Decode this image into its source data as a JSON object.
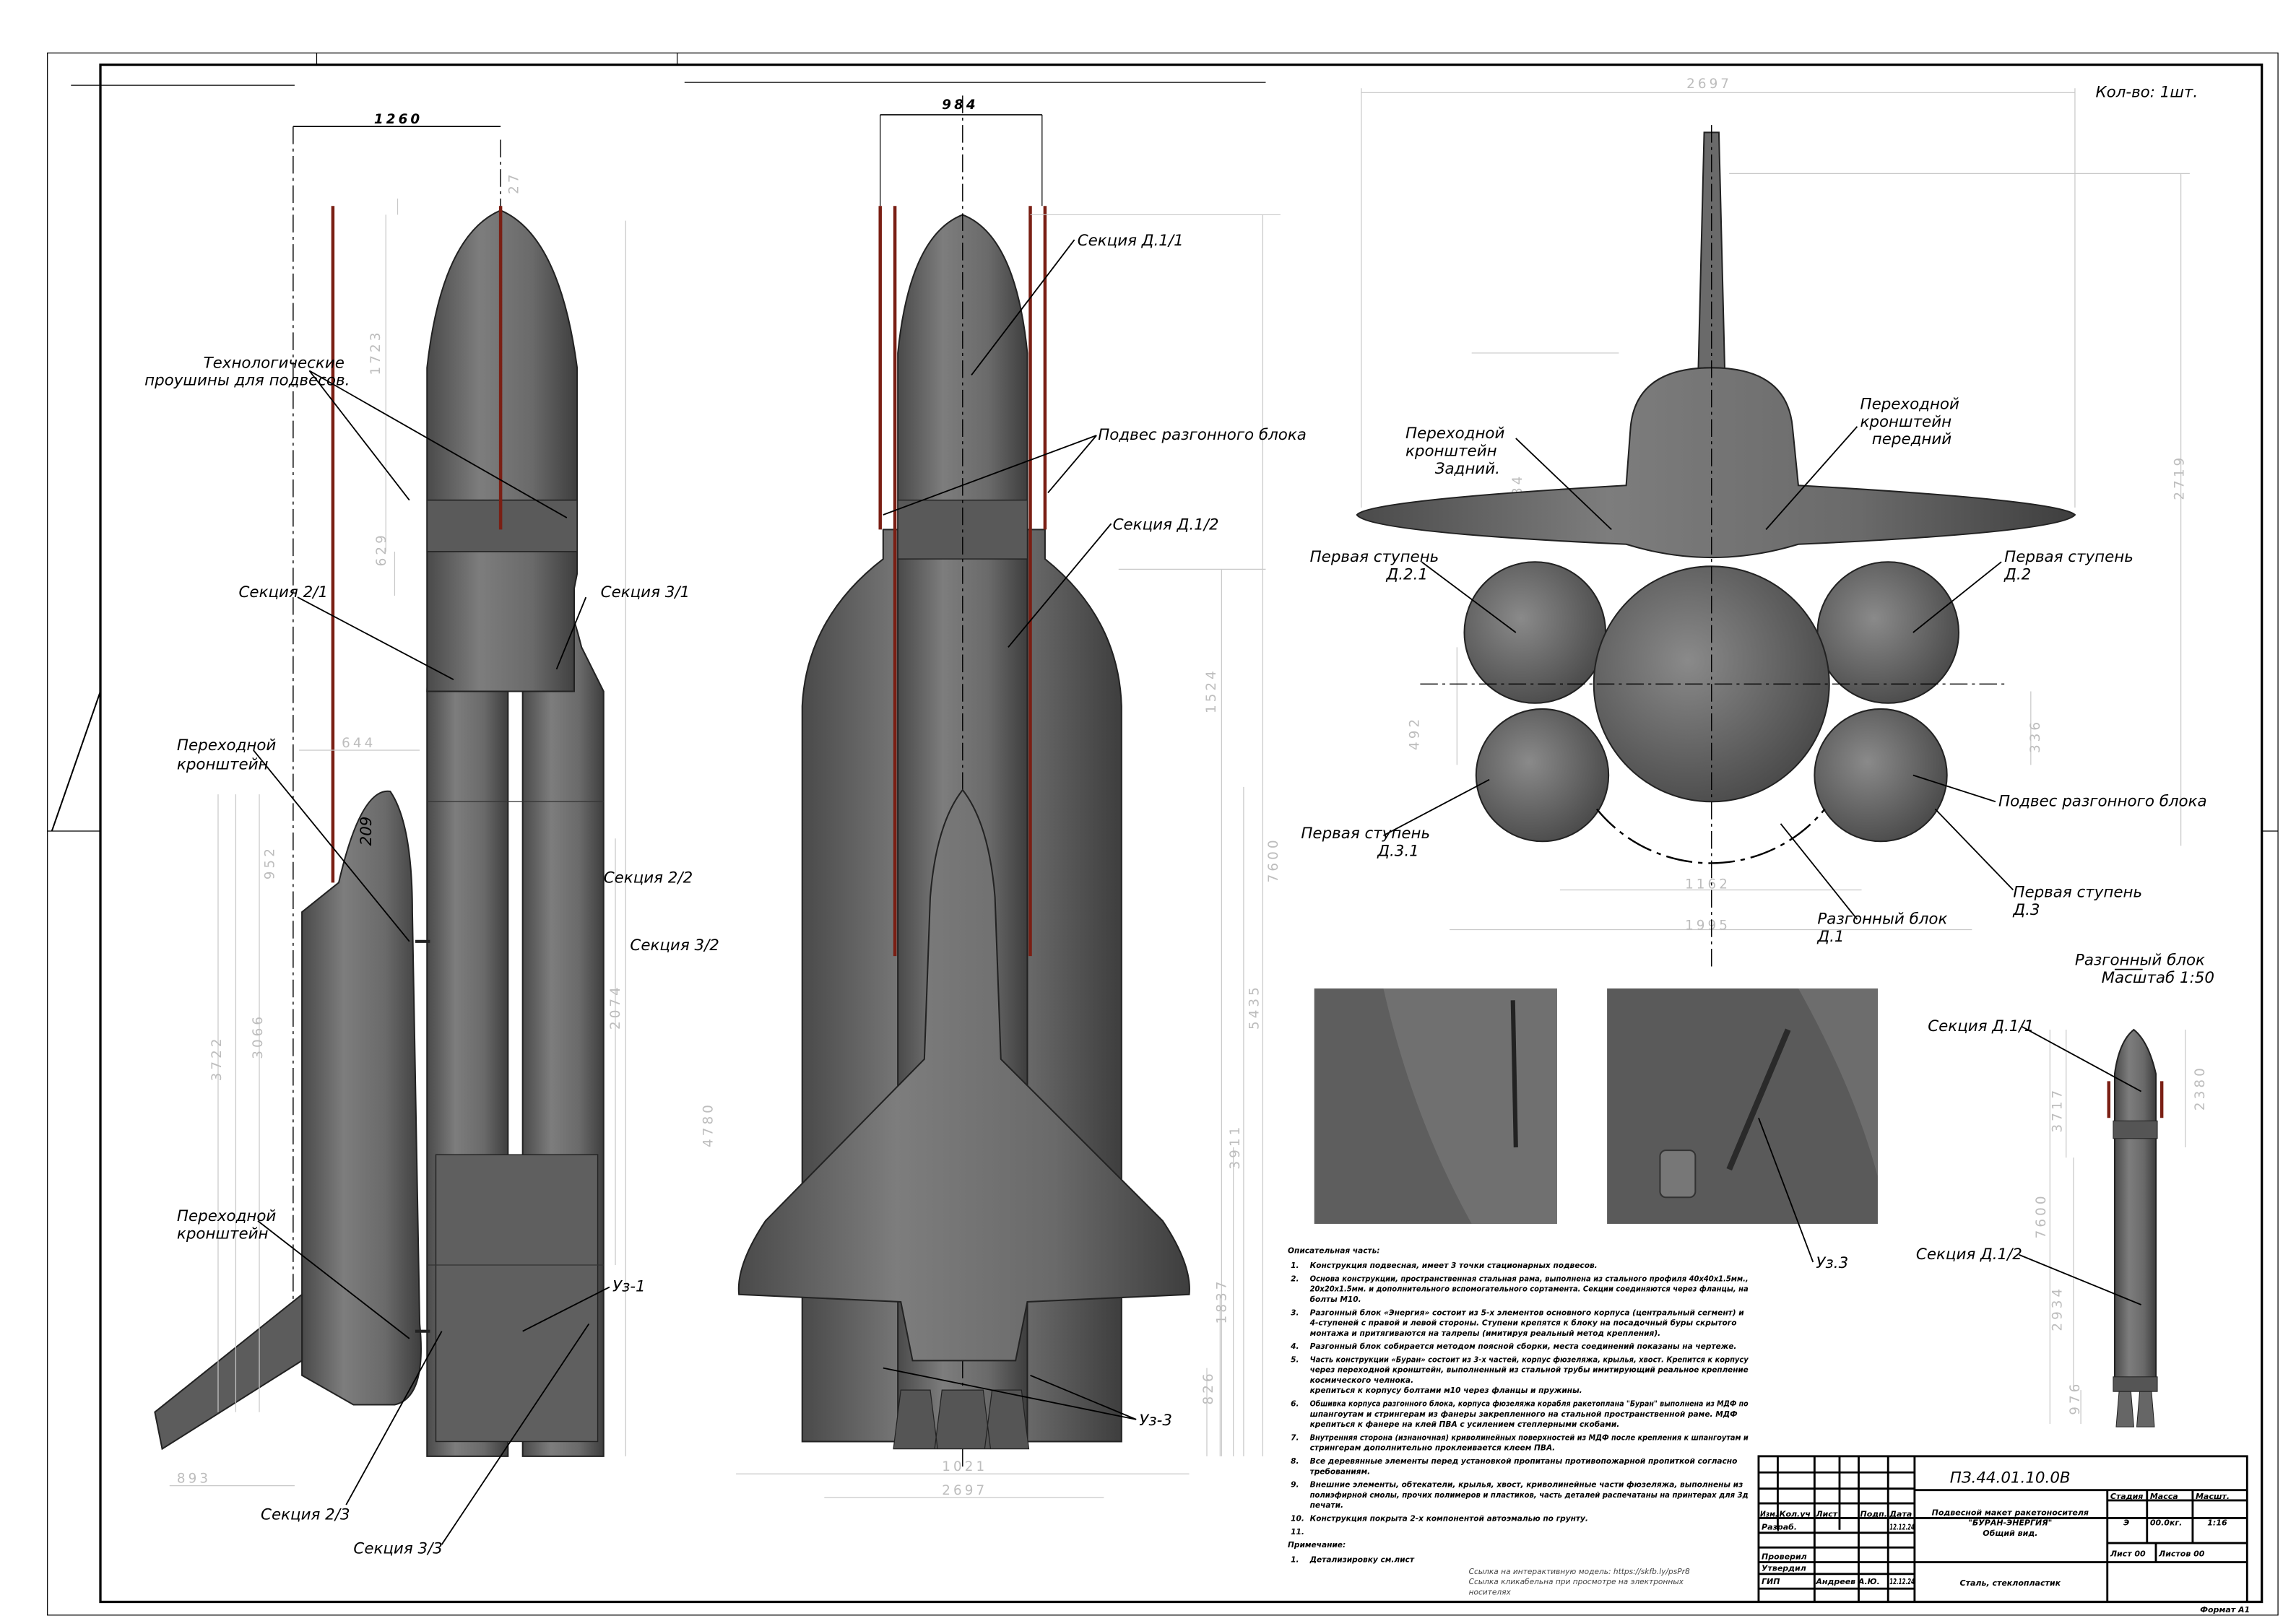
{
  "sheet": {
    "quantity": "Кол-во: 1шт.",
    "format": "Формат А1"
  },
  "side_view": {
    "labels": {
      "lugs_line1": "Технологические",
      "lugs_line2": "проушины для подвесов.",
      "sec_2_1": "Секция 2/1",
      "sec_3_1": "Секция 3/1",
      "bracket_top_1": "Переходной",
      "bracket_top_2": "кронштейн",
      "sec_2_2": "Секция 2/2",
      "sec_3_2": "Секция 3/2",
      "bracket_bot_1": "Переходной",
      "bracket_bot_2": "кронштейн",
      "uz1": "Уз-1",
      "sec_2_3": "Секция 2/3",
      "sec_3_3": "Секция 3/3",
      "orbiter_mark": "209"
    },
    "dims": {
      "width": "1260",
      "d27": "27",
      "d1723": "1723",
      "d629": "629",
      "d644": "644",
      "d952": "952",
      "d3066": "3066",
      "d3722": "3722",
      "d2074": "2074",
      "d893": "893"
    }
  },
  "front_view": {
    "labels": {
      "sec_d11": "Секция Д.1/1",
      "hanger": "Подвес разгонного блока",
      "sec_d12": "Секция Д.1/2",
      "uz3": "Уз-3"
    },
    "dims": {
      "width": "984",
      "d1524": "1524",
      "d7600": "7600",
      "d5435": "5435",
      "d3911": "3911",
      "d1837": "1837",
      "d826": "826",
      "d4780": "4780",
      "d1021": "1021",
      "d2697": "2697"
    }
  },
  "top_view": {
    "labels": {
      "rear_1": "Переходной",
      "rear_2": "кронштейн",
      "rear_3": "Задний.",
      "front_1": "Переходной",
      "front_2": "кронштейн",
      "front_3": "передний",
      "d21_1": "Первая ступень",
      "d21_2": "Д.2.1",
      "d2_1": "Первая ступень",
      "d2_2": "Д.2",
      "d31_1": "Первая ступень",
      "d31_2": "Д.3.1",
      "d3_1": "Первая ступень",
      "d3_2": "Д.3",
      "hanger": "Подвес разгонного блока",
      "block_1": "Разгонный блок",
      "block_2": "Д.1"
    },
    "dims": {
      "d2697": "2697",
      "d2719": "2719",
      "d684": "684",
      "d492": "492",
      "d336": "336",
      "d1162": "1162",
      "d1995": "1995"
    }
  },
  "detail_views": {
    "uz3": "Уз.3"
  },
  "booster_block": {
    "title": "Разгонный блок",
    "scale": "Масштаб 1:50",
    "sec_d11": "Секция Д.1/1",
    "sec_d12": "Секция Д.1/2",
    "dims": {
      "d3717": "3717",
      "d2380": "2380",
      "d7600": "7600",
      "d2934": "2934",
      "d976": "976"
    }
  },
  "notes": {
    "title": "Описательная часть:",
    "items": [
      {
        "n": "1.",
        "lines": [
          "Конструкция подвесная, имеет 3 точки стационарных подвесов."
        ]
      },
      {
        "n": "2.",
        "lines": [
          "Основа конструкции, пространственная стальная рама, выполнена из стального профиля 40х40х1.5мм.,",
          "20х20х1.5мм. и дополнительного вспомогательного сортамента. Секции соединяются через фланцы, на",
          "болты М10."
        ]
      },
      {
        "n": "3.",
        "lines": [
          "Разгонный блок «Энергия» состоит из 5-х элементов основного корпуса (центральный сегмент) и",
          "4-ступеней с правой и левой стороны. Ступени крепятся к блоку на посадочный буры скрытого",
          "монтажа и притягиваются на талрепы (имитируя реальный метод крепления)."
        ]
      },
      {
        "n": "4.",
        "lines": [
          "Разгонный блок собирается методом поясной сборки, места соединений показаны на чертеже."
        ]
      },
      {
        "n": "5.",
        "lines": [
          "Часть конструкции «Буран» состоит из 3-х частей, корпус фюзеляжа, крылья, хвост. Крепится к корпусу",
          "через переходной кронштейн, выполненный из стальной трубы имитирующий реальное крепление",
          "космического челнока.",
          "крепиться к корпусу болтами м10 через фланцы и пружины."
        ]
      },
      {
        "n": "6.",
        "lines": [
          "Обшивка корпуса разгонного блока, корпуса фюзеляжа корабля ракетоплана \"Буран\" выполнена из МДФ по",
          "шпангоутам и стрингерам из фанеры закрепленного на стальной пространственной раме. МДФ",
          "крепиться к фанере на клей ПВА с усилением степлерными скобами."
        ]
      },
      {
        "n": "7.",
        "lines": [
          "Внутренняя сторона (изнаночная) криволинейных поверхностей из МДФ после крепления к шпангоутам и",
          "стрингерам дополнительно проклеивается клеем ПВА."
        ]
      },
      {
        "n": "8.",
        "lines": [
          "Все деревянные элементы перед установкой пропитаны противопожарной пропиткой согласно",
          "требованиям."
        ]
      },
      {
        "n": "9.",
        "lines": [
          "Внешние элементы, обтекатели, крылья, хвост, криволинейные части фюзеляжа, выполнены из",
          "полиэфирной смолы, прочих полимеров и пластиков, часть деталей распечатаны на принтерах для 3д",
          "печати."
        ]
      },
      {
        "n": "10.",
        "lines": [
          "Конструкция покрыта 2-х компонентой автоэмалью по грунту."
        ]
      },
      {
        "n": "11.",
        "lines": [
          ""
        ]
      }
    ],
    "remark_title": "Примечание:",
    "remarks": [
      {
        "n": "1.",
        "text": "Детализировку см.лист"
      }
    ],
    "link_line1": "Ссылка на интерактивную модель: https://skfb.ly/psPr8",
    "link_line2": "Ссылка кликабельна при просмотре на электронных",
    "link_line3": "носителях"
  },
  "title_block": {
    "code": "ПЗ.44.01.10.0В",
    "name_line1": "Подвесной макет ракетоносителя",
    "name_line2": "\"БУРАН-ЭНЕРГИЯ\"",
    "name_line3": "Общий вид.",
    "material": "Сталь, стеклопластик",
    "headers": {
      "izm": "Изм.",
      "kol": "Кол.уч",
      "list": "Лист",
      "podp": "Подп.",
      "date": "Дата"
    },
    "stage_label": "Стадия",
    "mass_label": "Масса",
    "scale_label": "Масшт.",
    "stage": "Э",
    "mass": "00.0кг.",
    "scale": "1:16",
    "sheet": "Лист 00",
    "sheets": "Листов 00",
    "rows": [
      {
        "role": "Разраб.",
        "name": "",
        "date": "12.12.24"
      },
      {
        "role": "Проверил",
        "name": "",
        "date": ""
      },
      {
        "role": "Утвердил",
        "name": "",
        "date": ""
      },
      {
        "role": "ГИП",
        "name": "Андреев А.Ю.",
        "date": "12.12.24"
      }
    ]
  },
  "colors": {
    "metal": "#6e6e6e",
    "rod": "#7a1f14",
    "dimension": "#bdbdbd"
  }
}
